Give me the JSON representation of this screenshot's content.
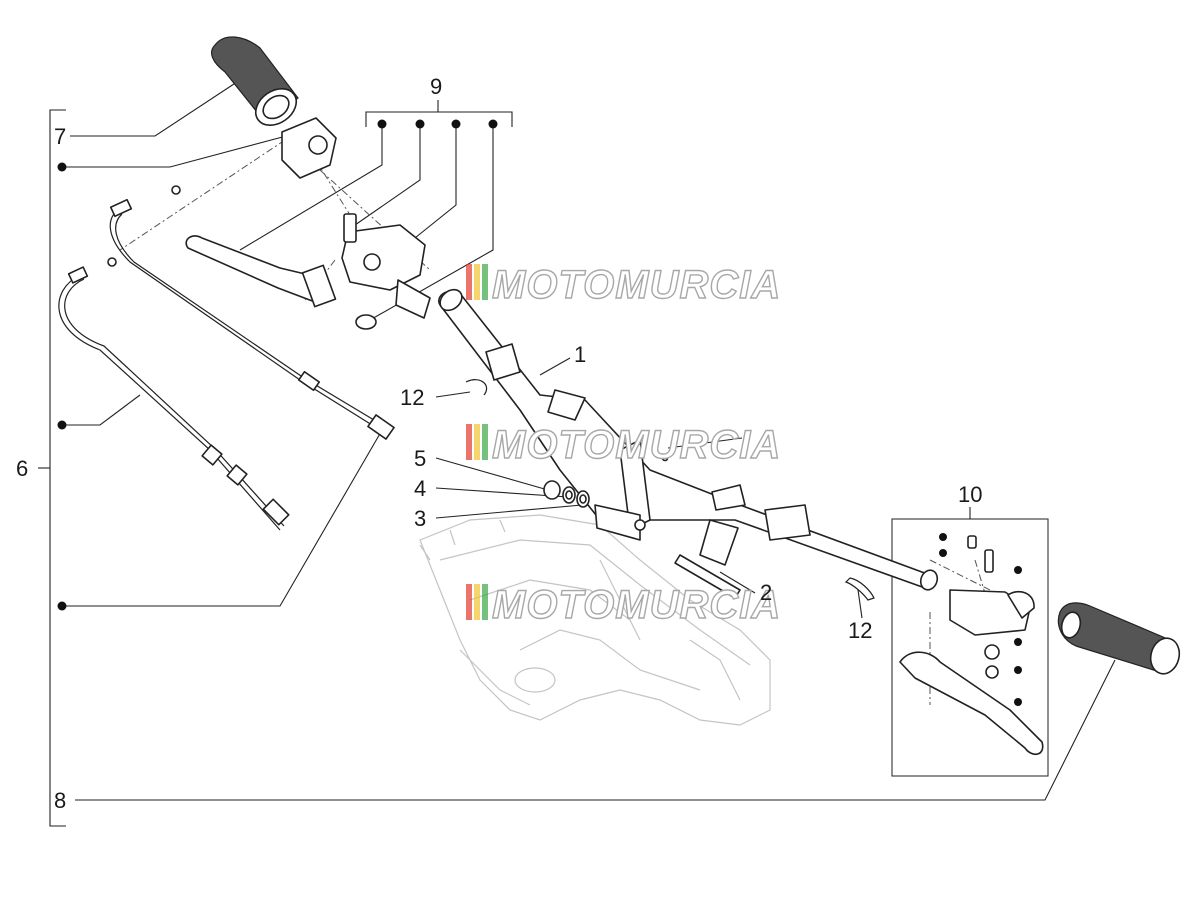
{
  "diagram": {
    "callouts": {
      "c1": "1",
      "c2": "2",
      "c3": "3",
      "c4": "4",
      "c5": "5",
      "c6": "6",
      "c7": "7",
      "c8": "8",
      "c9": "9",
      "c10": "10",
      "c12a": "12",
      "c12b": "12"
    },
    "watermark": "MOTOMURCIA",
    "colors": {
      "line": "#222222",
      "ghost": "#c4c4c4",
      "watermark_red": "#e23b2e",
      "watermark_yellow": "#f2c230",
      "watermark_green": "#3aa845"
    }
  }
}
